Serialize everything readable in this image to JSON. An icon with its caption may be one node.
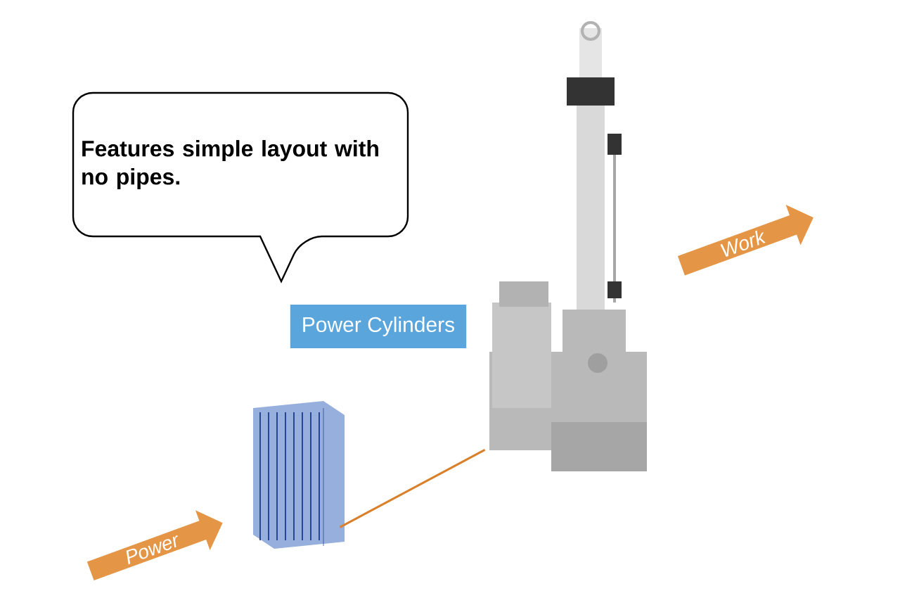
{
  "diagram": {
    "nodes": [
      {
        "text": [
          "Features simple layout with no pipes."
        ]
      },
      {
        "text": [
          "Power Cylinders"
        ]
      },
      {
        "text": [],
        "shape": "picture"
      },
      {
        "text": [],
        "shape": "picture"
      },
      {
        "text": [
          "Power"
        ]
      },
      {
        "text": [
          "Work"
        ]
      }
    ],
    "edges": [
      {
        "from": 3,
        "to": 2,
        "arrow": "none",
        "color": "#d9802a"
      }
    ]
  }
}
